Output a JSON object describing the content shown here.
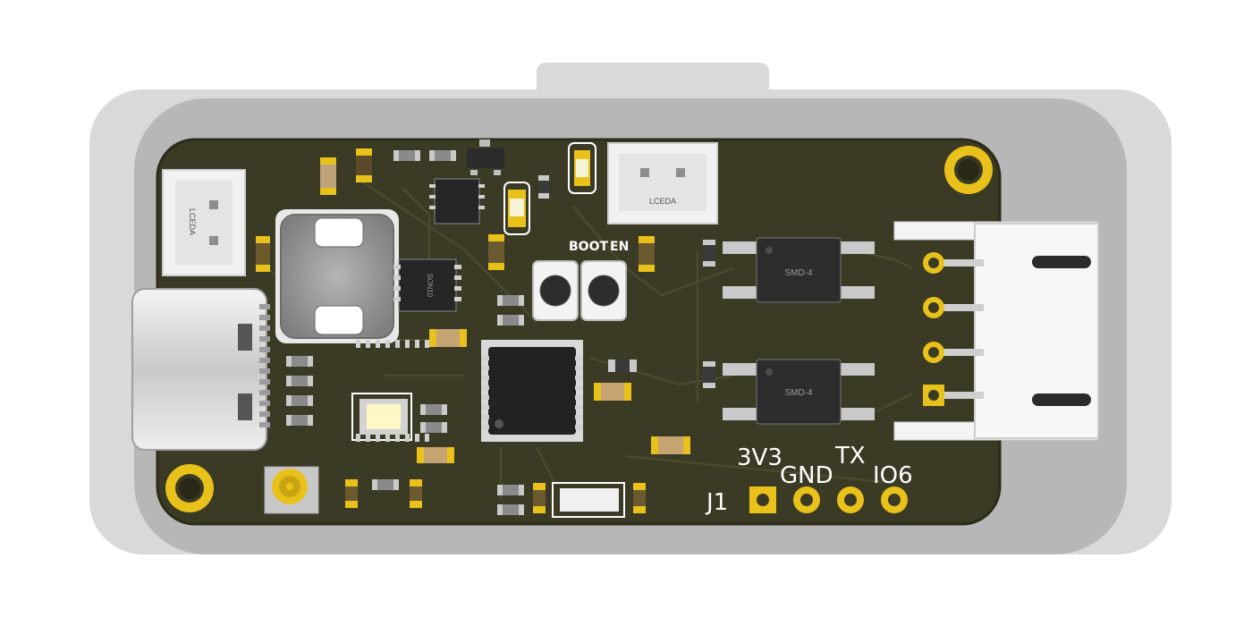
{
  "silkscreen": {
    "boot_label": "BOOT",
    "en_label": "EN",
    "j1_label": "J1",
    "pin_3v3": "3V3",
    "pin_gnd": "GND",
    "pin_tx": "TX",
    "pin_io6": "IO6",
    "connector_left_text": "LCEDA",
    "connector_top_text": "LCEDA",
    "smd_top_text": "SMD-4",
    "smd_bottom_text": "SMD-4",
    "inductor_text": "SON10"
  },
  "colors": {
    "pcb": "#3b3a24",
    "pcb_edge": "#2c2b1a",
    "gold": "#e8c21a",
    "silk": "#ffffff",
    "ic": "#262626",
    "connector": "#f1f1f1"
  }
}
